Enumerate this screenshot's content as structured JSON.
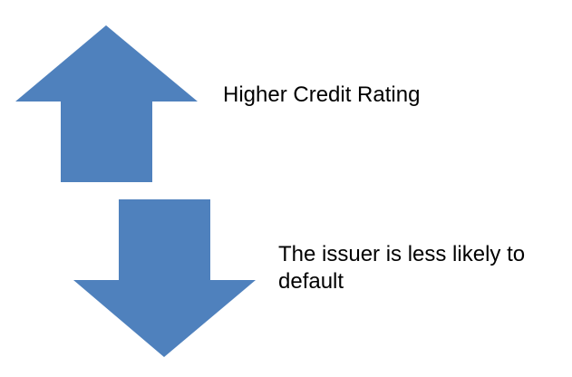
{
  "colors": {
    "arrow_fill": "#4F81BD",
    "text": "#000000",
    "background": "#FFFFFF"
  },
  "diagram": {
    "up_arrow": {
      "icon": "up-arrow",
      "label": "Higher Credit Rating"
    },
    "down_arrow": {
      "icon": "down-arrow",
      "label": "The issuer is less likely to default"
    }
  }
}
